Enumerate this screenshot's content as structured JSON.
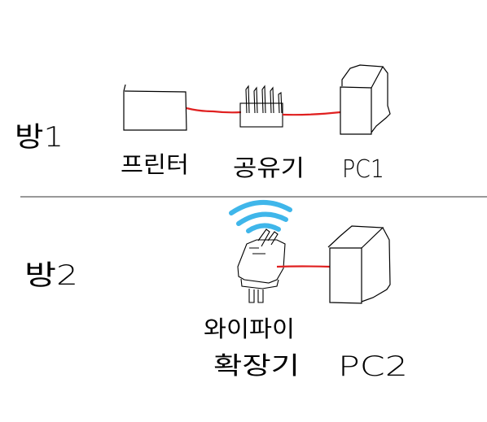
{
  "rooms": [
    {
      "label": "방1"
    },
    {
      "label": "방2"
    }
  ],
  "devices": {
    "printer": {
      "label": "프린터"
    },
    "router": {
      "label": "공유기"
    },
    "pc1": {
      "label": "PC1"
    },
    "wifi_adapter": {
      "label_line1": "와이파이",
      "label_line2": "확장기"
    },
    "pc2": {
      "label": "PC2"
    }
  },
  "colors": {
    "cable": "#e02020",
    "wifi_waves": "#3fb6ea",
    "stroke": "#000000",
    "divider": "#333333"
  }
}
